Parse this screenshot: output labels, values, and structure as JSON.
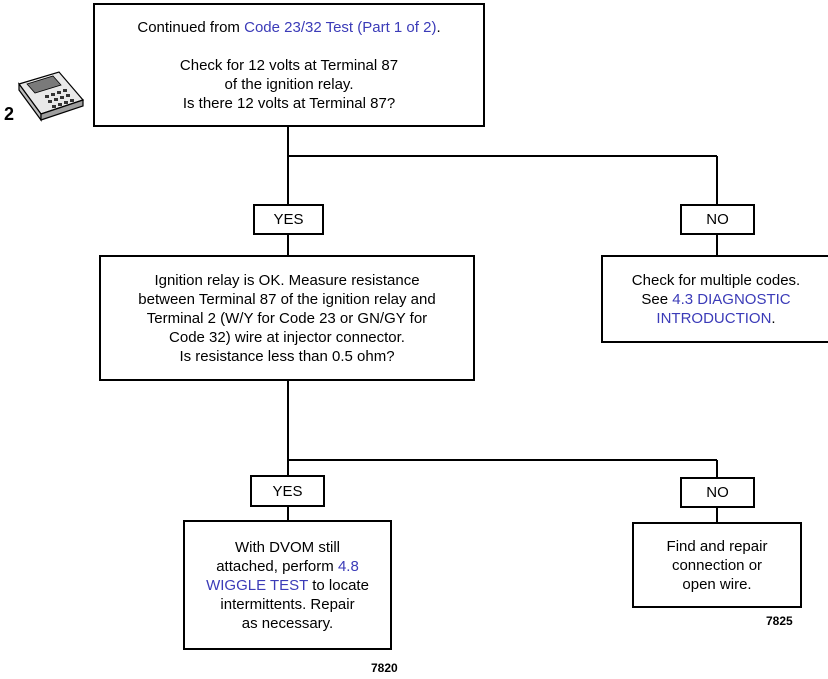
{
  "start_box": {
    "prefix": "Continued from ",
    "link": "Code 23/32 Test (Part 1 of 2)",
    "suffix": ".",
    "line1": "Check for 12 volts at Terminal 87",
    "line2": "of the ignition relay.",
    "question": "Is there 12 volts at Terminal 87?"
  },
  "device": {
    "label": "2"
  },
  "branch1": {
    "yes_label": "YES",
    "no_label": "NO",
    "yes_box": {
      "line1": "Ignition relay is OK. Measure resistance",
      "line2": "between Terminal 87 of the ignition relay and",
      "line3": "Terminal 2 (W/Y for Code 23 or GN/GY for",
      "line4": "Code 32) wire at injector connector.",
      "question": "Is resistance less than 0.5 ohm?"
    },
    "no_box": {
      "line1": "Check for multiple codes.",
      "see": "See ",
      "link_line1": "4.3 DIAGNOSTIC",
      "link_line2": "INTRODUCTION",
      "suffix": "."
    }
  },
  "branch2": {
    "yes_label": "YES",
    "no_label": "NO",
    "yes_box": {
      "line1": "With DVOM still",
      "line2_prefix": "attached, perform ",
      "link_part1": "4.8",
      "link_part2": "WIGGLE TEST",
      "line3_suffix": " to locate",
      "line4": "intermittents. Repair",
      "line5": "as necessary."
    },
    "no_box": {
      "line1": "Find and repair",
      "line2": "connection or",
      "line3": "open wire."
    }
  },
  "figure_codes": {
    "left": "7820",
    "right": "7825"
  }
}
